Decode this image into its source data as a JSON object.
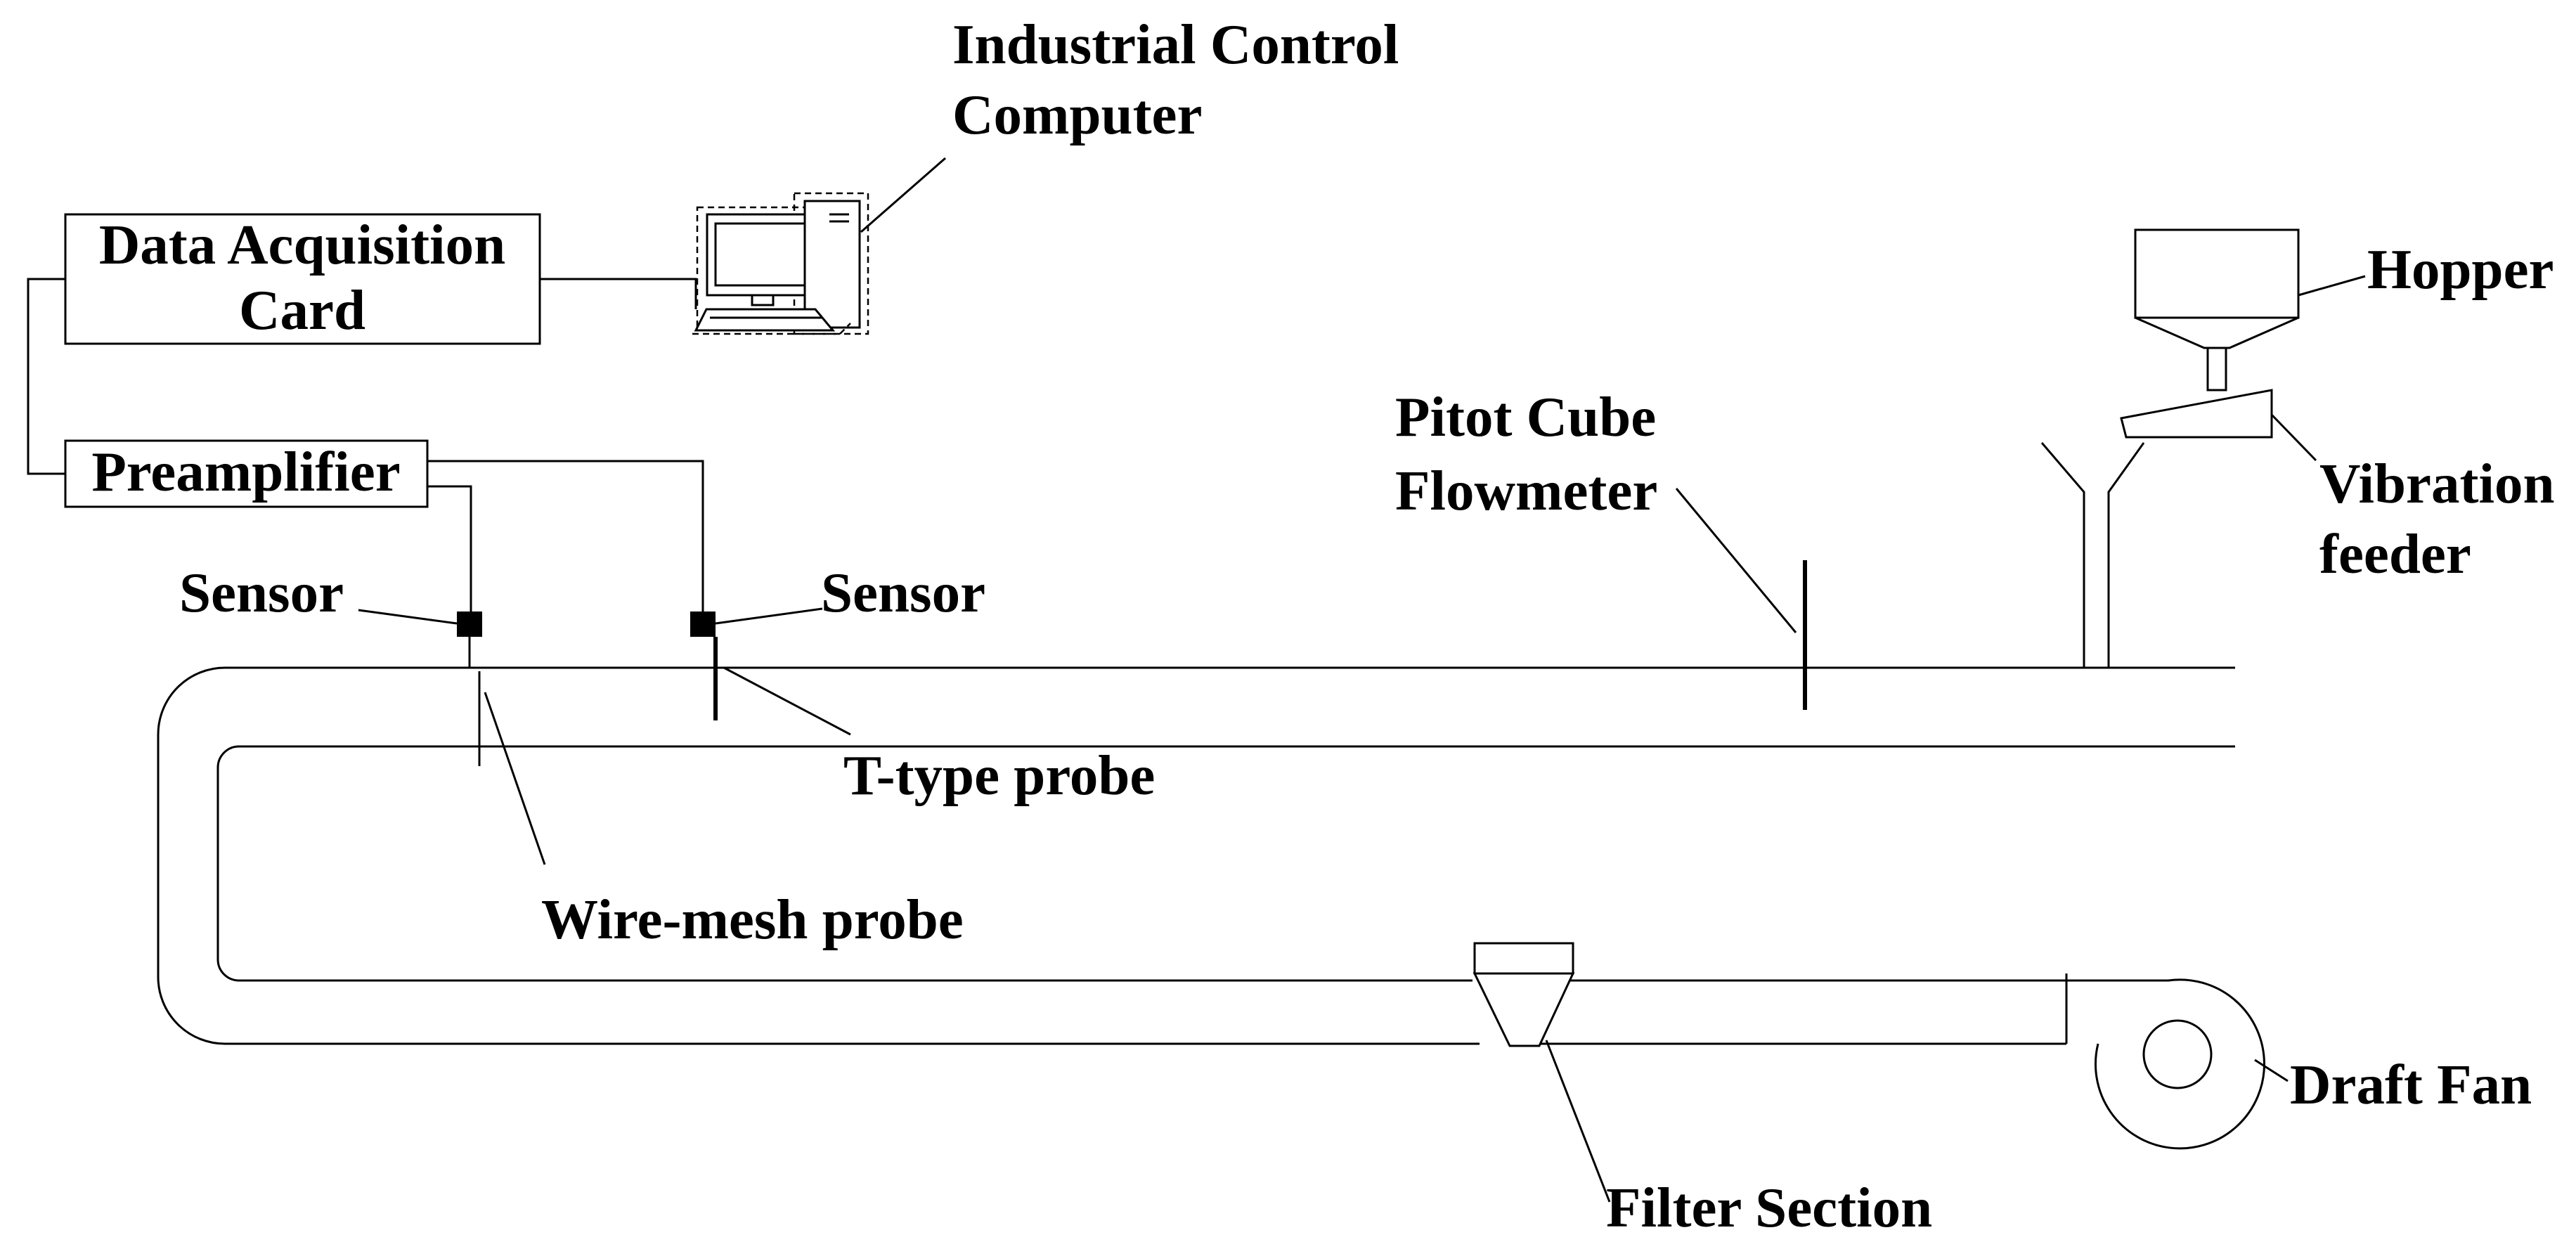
{
  "labels": {
    "industrial_control_line1": "Industrial Control",
    "industrial_control_line2": "Computer",
    "data_acq_line1": "Data Acquisition",
    "data_acq_line2": "Card",
    "preamplifier": "Preamplifier",
    "sensor_left": "Sensor",
    "sensor_right": "Sensor",
    "t_type_probe": "T-type probe",
    "wire_mesh_probe": "Wire-mesh probe",
    "pitot_line1": "Pitot Cube",
    "pitot_line2": "Flowmeter",
    "hopper": "Hopper",
    "vibration_line1": "Vibration",
    "vibration_line2": "feeder",
    "draft_fan": "Draft Fan",
    "filter_section": "Filter Section"
  },
  "icons": [
    "computer-icon"
  ]
}
